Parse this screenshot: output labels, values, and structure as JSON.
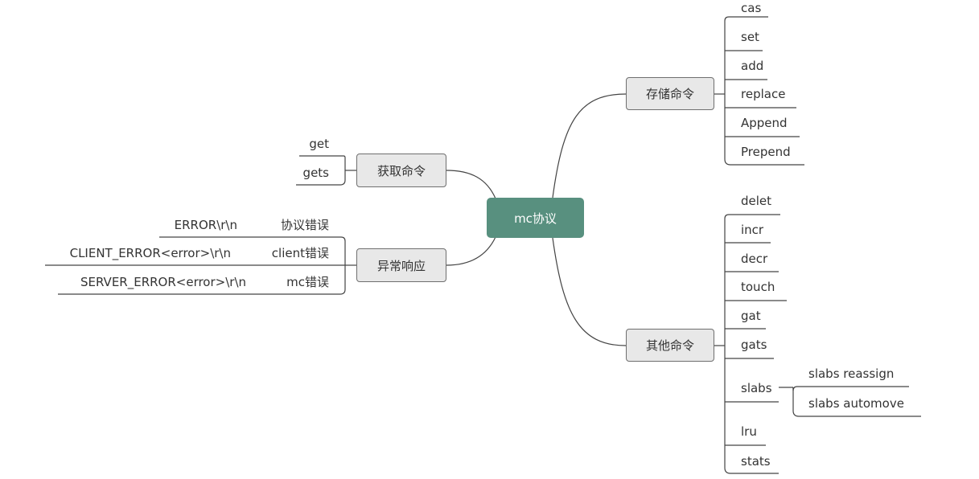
{
  "root": "mc协议",
  "colors": {
    "root_fill": "#58907f",
    "node_fill": "#e8e8e8",
    "line": "#444444"
  },
  "branches": {
    "storage": {
      "label": "存储命令",
      "items": [
        "cas",
        "set",
        "add",
        "replace",
        "Append",
        "Prepend"
      ]
    },
    "other": {
      "label": "其他命令",
      "items": [
        "delet",
        "incr",
        "decr",
        "touch",
        "gat",
        "gats",
        "slabs",
        "lru",
        "stats"
      ],
      "slabs_children": [
        "slabs reassign",
        "slabs automove"
      ]
    },
    "fetch": {
      "label": "获取命令",
      "items": [
        "get",
        "gets"
      ]
    },
    "error": {
      "label": "异常响应",
      "items": [
        {
          "label": "协议错误",
          "detail": "ERROR\\r\\n"
        },
        {
          "label": "client错误",
          "detail": "CLIENT_ERROR<error>\\r\\n"
        },
        {
          "label": "mc错误",
          "detail": "SERVER_ERROR<error>\\r\\n"
        }
      ]
    }
  }
}
